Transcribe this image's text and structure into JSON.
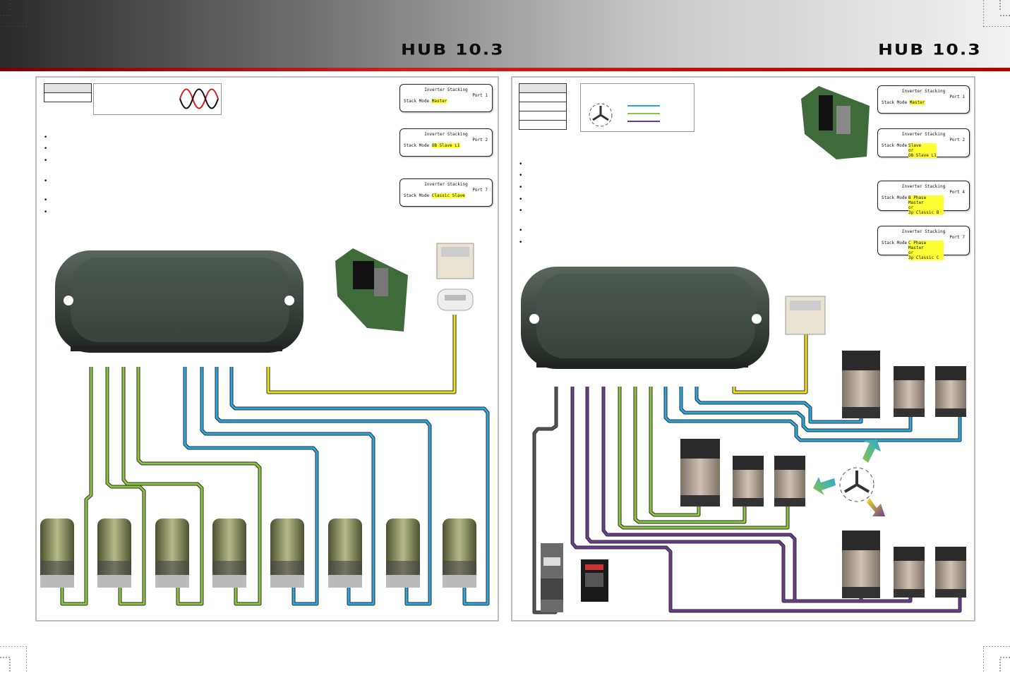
{
  "header": {
    "title_left": "HUB 10.3",
    "title_right": "HUB 10.3"
  },
  "left_panel": {
    "lcd_screens": [
      {
        "title": "Inverter Stacking",
        "port": "Port 1",
        "label": "Stack Mode",
        "values": [
          "Master"
        ]
      },
      {
        "title": "Inverter Stacking",
        "port": "Port 2",
        "label": "Stack Mode",
        "values": [
          "OB Slave L1"
        ]
      },
      {
        "title": "Inverter Stacking",
        "port": "Port 7",
        "label": "Stack Mode",
        "values": [
          "Classic Slave"
        ]
      }
    ]
  },
  "right_panel": {
    "lcd_screens": [
      {
        "title": "Inverter Stacking",
        "port": "Port 1",
        "label": "Stack Mode",
        "values": [
          "Master"
        ]
      },
      {
        "title": "Inverter Stacking",
        "port": "Port 2",
        "label": "Stack Mode",
        "values": [
          "Slave",
          "or",
          "OB Slave L1"
        ]
      },
      {
        "title": "Inverter Stacking",
        "port": "Port 4",
        "label": "Stack Mode",
        "values": [
          "B Phase Master",
          "or",
          "3p Classic B"
        ]
      },
      {
        "title": "Inverter Stacking",
        "port": "Port 7",
        "label": "Stack Mode",
        "values": [
          "C Phase Master",
          "or",
          "3p Classic C"
        ]
      }
    ]
  },
  "colors": {
    "green_wire": "#8cc63f",
    "blue_wire": "#29a8e0",
    "purple_wire": "#6a3d91",
    "yellow_wire": "#f0e21b",
    "black_wire": "#333333",
    "accent_red": "#d21f1f"
  }
}
